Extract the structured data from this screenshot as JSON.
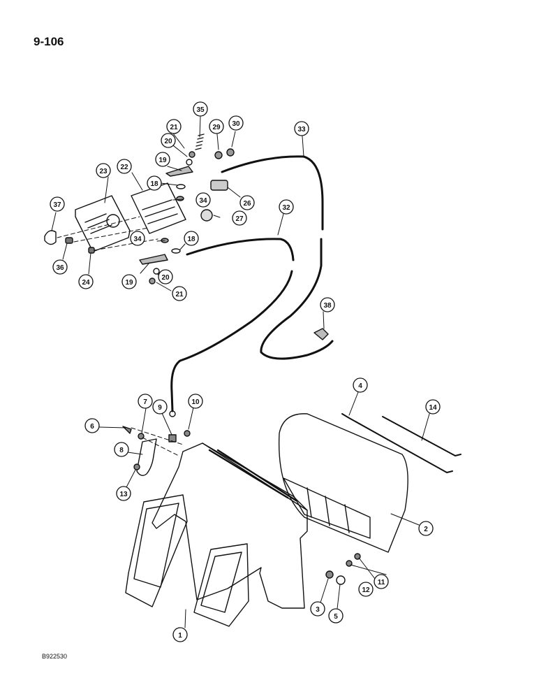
{
  "page_number": "9-106",
  "figure_code": "B922530",
  "callouts": [
    {
      "id": "c1",
      "label": "1"
    },
    {
      "id": "c2",
      "label": "2"
    },
    {
      "id": "c3",
      "label": "3"
    },
    {
      "id": "c4",
      "label": "4"
    },
    {
      "id": "c5",
      "label": "5"
    },
    {
      "id": "c6",
      "label": "6"
    },
    {
      "id": "c7",
      "label": "7"
    },
    {
      "id": "c8",
      "label": "8"
    },
    {
      "id": "c9",
      "label": "9"
    },
    {
      "id": "c10",
      "label": "10"
    },
    {
      "id": "c11",
      "label": "11"
    },
    {
      "id": "c12",
      "label": "12"
    },
    {
      "id": "c13",
      "label": "13"
    },
    {
      "id": "c14",
      "label": "14"
    },
    {
      "id": "c18a",
      "label": "18"
    },
    {
      "id": "c18b",
      "label": "18"
    },
    {
      "id": "c19a",
      "label": "19"
    },
    {
      "id": "c19b",
      "label": "19"
    },
    {
      "id": "c20a",
      "label": "20"
    },
    {
      "id": "c20b",
      "label": "20"
    },
    {
      "id": "c21a",
      "label": "21"
    },
    {
      "id": "c21b",
      "label": "21"
    },
    {
      "id": "c22",
      "label": "22"
    },
    {
      "id": "c23",
      "label": "23"
    },
    {
      "id": "c24",
      "label": "24"
    },
    {
      "id": "c26",
      "label": "26"
    },
    {
      "id": "c27",
      "label": "27"
    },
    {
      "id": "c29",
      "label": "29"
    },
    {
      "id": "c30",
      "label": "30"
    },
    {
      "id": "c32",
      "label": "32"
    },
    {
      "id": "c33",
      "label": "33"
    },
    {
      "id": "c34a",
      "label": "34"
    },
    {
      "id": "c34b",
      "label": "34"
    },
    {
      "id": "c35",
      "label": "35"
    },
    {
      "id": "c36",
      "label": "36"
    },
    {
      "id": "c37",
      "label": "37"
    },
    {
      "id": "c38",
      "label": "38"
    }
  ]
}
